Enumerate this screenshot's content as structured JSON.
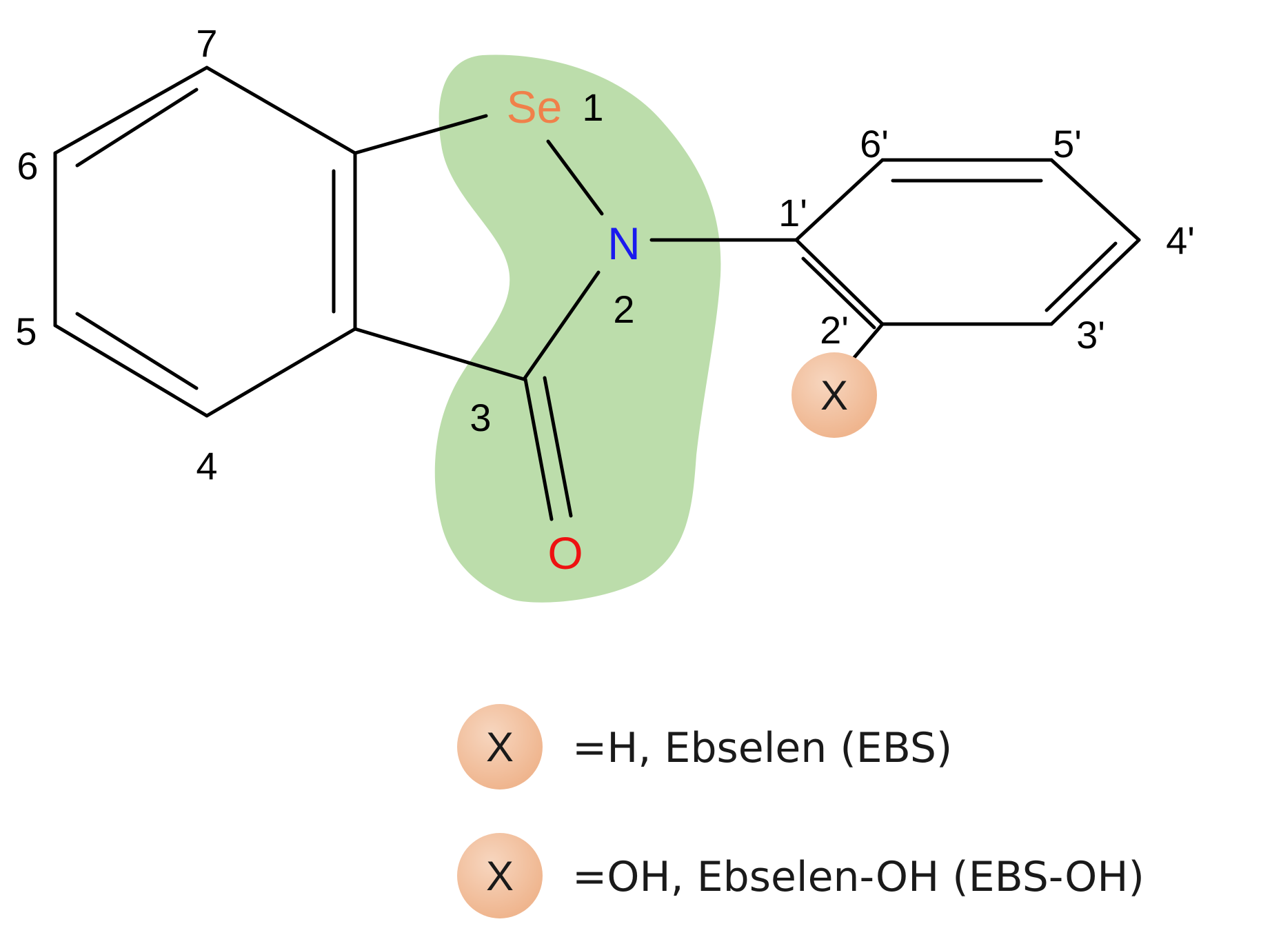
{
  "atoms": {
    "se": "Se",
    "n": "N",
    "o": "O",
    "x": "X"
  },
  "colors": {
    "se": "#f0804a",
    "n": "#1a1aee",
    "o": "#ee1111",
    "highlight": "#b8dba6",
    "x_circle": "#f2bd98"
  },
  "position_labels": {
    "p1": "1",
    "p2": "2",
    "p3": "3",
    "p4": "4",
    "p5": "5",
    "p6": "6",
    "p7": "7",
    "p1p": "1'",
    "p2p": "2'",
    "p3p": "3'",
    "p4p": "4'",
    "p5p": "5'",
    "p6p": "6'"
  },
  "legend": [
    {
      "symbol": "X",
      "text": "=H, Ebselen (EBS)"
    },
    {
      "symbol": "X",
      "text": "=OH, Ebselen-OH (EBS-OH)"
    }
  ]
}
